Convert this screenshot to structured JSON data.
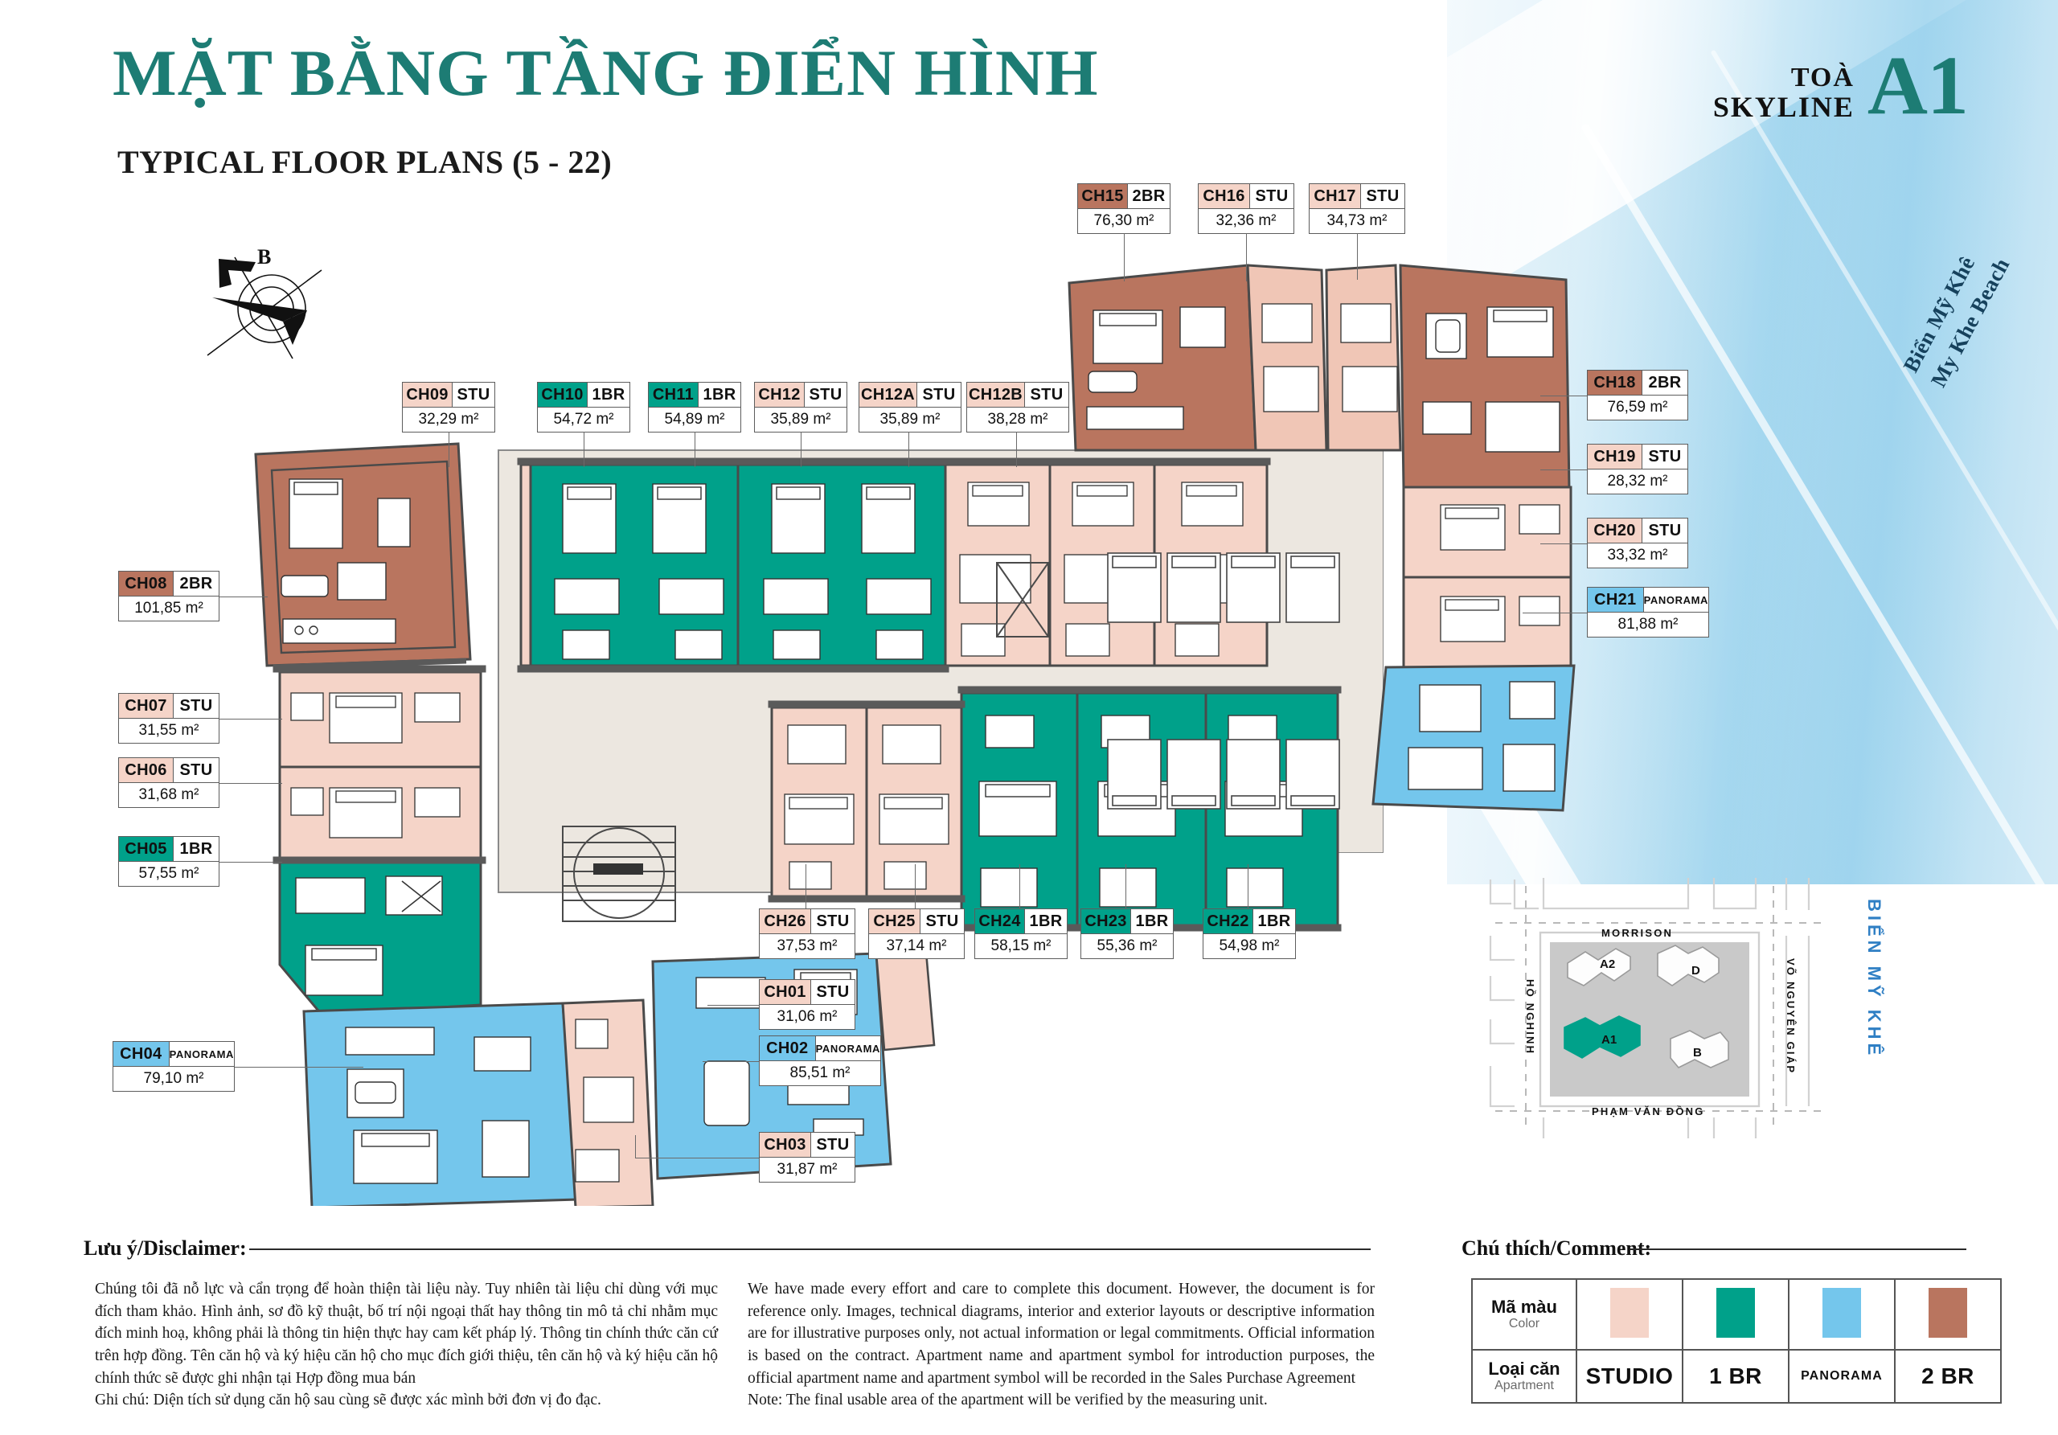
{
  "header": {
    "title_vi": "MẶT BẰNG TẦNG ĐIỂN HÌNH",
    "title_en": "TYPICAL FLOOR PLANS (5 - 22)",
    "tower_word_1": "TOÀ",
    "tower_word_2": "SKYLINE",
    "tower_code": "A1"
  },
  "compass": {
    "north_letter": "B"
  },
  "beach_label": {
    "line_vi": "Biển Mỹ Khê",
    "line_en": "My Khe Beach"
  },
  "colors": {
    "studio": "#f5d4c8",
    "one_br": "#00a18a",
    "panorama": "#74c6ec",
    "two_br": "#b9755f",
    "teal_brand": "#1d7c74",
    "plan_outline": "#5a5a5a",
    "corridor": "#ece7e0"
  },
  "units": [
    {
      "code": "CH01",
      "type": "STU",
      "area": "31,06 m²",
      "color": "studio"
    },
    {
      "code": "CH02",
      "type": "PANORAMA",
      "area": "85,51 m²",
      "color": "panorama"
    },
    {
      "code": "CH03",
      "type": "STU",
      "area": "31,87 m²",
      "color": "studio"
    },
    {
      "code": "CH04",
      "type": "PANORAMA",
      "area": "79,10 m²",
      "color": "panorama"
    },
    {
      "code": "CH05",
      "type": "1BR",
      "area": "57,55 m²",
      "color": "one_br"
    },
    {
      "code": "CH06",
      "type": "STU",
      "area": "31,68 m²",
      "color": "studio"
    },
    {
      "code": "CH07",
      "type": "STU",
      "area": "31,55 m²",
      "color": "studio"
    },
    {
      "code": "CH08",
      "type": "2BR",
      "area": "101,85 m²",
      "color": "two_br"
    },
    {
      "code": "CH09",
      "type": "STU",
      "area": "32,29 m²",
      "color": "studio"
    },
    {
      "code": "CH10",
      "type": "1BR",
      "area": "54,72 m²",
      "color": "one_br"
    },
    {
      "code": "CH11",
      "type": "1BR",
      "area": "54,89 m²",
      "color": "one_br"
    },
    {
      "code": "CH12",
      "type": "STU",
      "area": "35,89 m²",
      "color": "studio"
    },
    {
      "code": "CH12A",
      "type": "STU",
      "area": "35,89 m²",
      "color": "studio"
    },
    {
      "code": "CH12B",
      "type": "STU",
      "area": "38,28 m²",
      "color": "studio"
    },
    {
      "code": "CH15",
      "type": "2BR",
      "area": "76,30 m²",
      "color": "two_br"
    },
    {
      "code": "CH16",
      "type": "STU",
      "area": "32,36 m²",
      "color": "studio"
    },
    {
      "code": "CH17",
      "type": "STU",
      "area": "34,73 m²",
      "color": "studio"
    },
    {
      "code": "CH18",
      "type": "2BR",
      "area": "76,59 m²",
      "color": "two_br"
    },
    {
      "code": "CH19",
      "type": "STU",
      "area": "28,32 m²",
      "color": "studio"
    },
    {
      "code": "CH20",
      "type": "STU",
      "area": "33,32 m²",
      "color": "studio"
    },
    {
      "code": "CH21",
      "type": "PANORAMA",
      "area": "81,88 m²",
      "color": "panorama"
    },
    {
      "code": "CH22",
      "type": "1BR",
      "area": "54,98 m²",
      "color": "one_br"
    },
    {
      "code": "CH23",
      "type": "1BR",
      "area": "55,36 m²",
      "color": "one_br"
    },
    {
      "code": "CH24",
      "type": "1BR",
      "area": "58,15 m²",
      "color": "one_br"
    },
    {
      "code": "CH25",
      "type": "STU",
      "area": "37,14 m²",
      "color": "studio"
    },
    {
      "code": "CH26",
      "type": "STU",
      "area": "37,53 m²",
      "color": "studio"
    }
  ],
  "sitemap": {
    "streets": {
      "top": "MORRISON",
      "bottom": "PHẠM VĂN ĐỒNG",
      "left": "HỒ NGHINH",
      "right": "VÕ NGUYÊN GIÁP"
    },
    "beach": "BIỂN MỸ KHÊ",
    "buildings": [
      {
        "name": "A2",
        "active": false
      },
      {
        "name": "D",
        "active": false
      },
      {
        "name": "A1",
        "active": true
      },
      {
        "name": "B",
        "active": false
      }
    ]
  },
  "footer": {
    "disclaimer_heading": "Lưu ý/Disclaimer:",
    "disclaimer_vi": "Chúng tôi đã nỗ lực và cẩn trọng để hoàn thiện tài liệu này. Tuy nhiên tài liệu chỉ dùng với mục đích tham khảo. Hình ảnh, sơ đồ kỹ thuật, bố trí nội ngoại thất hay thông tin mô tả chỉ nhằm mục đích minh hoạ, không phải là thông tin hiện thực hay cam kết pháp lý. Thông tin chính thức căn cứ trên hợp đồng. Tên căn hộ và ký hiệu căn hộ cho mục đích giới thiệu, tên căn hộ và ký hiệu căn hộ chính thức sẽ được ghi nhận tại Hợp đồng mua bán",
    "disclaimer_vi_note": "Ghi chú: Diện tích sử dụng căn hộ sau cùng sẽ được xác mình bởi đơn vị đo đạc.",
    "disclaimer_en": "We have made every effort and care to complete this document. However, the document is for reference only. Images, technical diagrams, interior and exterior layouts or descriptive information are for illustrative purposes only, not actual information or legal commitments. Official information is based on the contract. Apartment name and apartment symbol for introduction purposes, the official apartment name and apartment symbol will be recorded in the Sales Purchase Agreement",
    "disclaimer_en_note": "Note: The final usable area of the apartment will be verified by the measuring unit.",
    "comment_heading": "Chú thích/Comment:"
  },
  "legend": {
    "row_color_vi": "Mã màu",
    "row_color_en": "Color",
    "row_type_vi": "Loại căn",
    "row_type_en": "Apartment",
    "types": [
      "STUDIO",
      "1 BR",
      "PANORAMA",
      "2 BR"
    ],
    "swatches": [
      "#f5d4c8",
      "#00a18a",
      "#74c6ec",
      "#b9755f"
    ]
  }
}
